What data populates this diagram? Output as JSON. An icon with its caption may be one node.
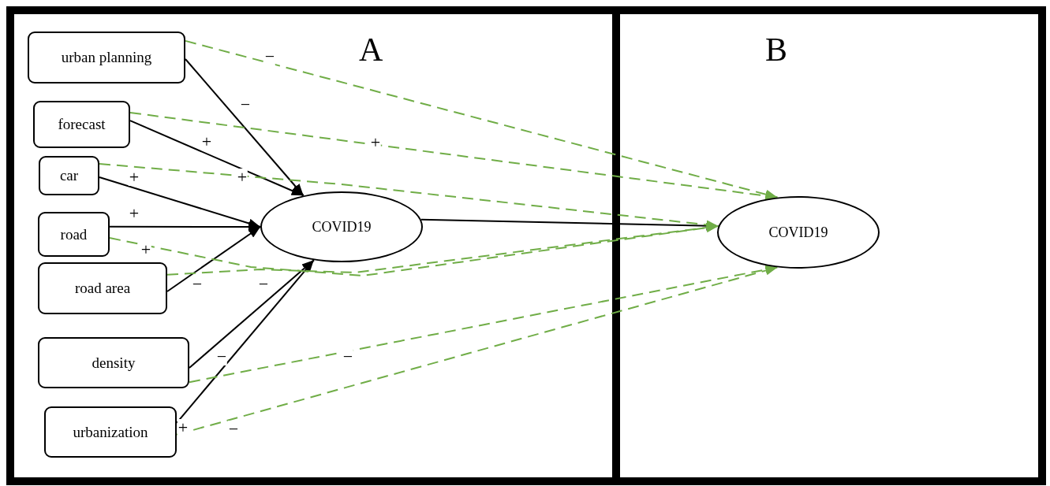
{
  "diagram": {
    "nodes": [
      {
        "text": [
          "A"
        ]
      },
      {
        "text": [
          "urban planning"
        ],
        "in": 0
      },
      {
        "text": [
          "forecast"
        ],
        "in": 0
      },
      {
        "text": [
          "car"
        ],
        "in": 0
      },
      {
        "text": [
          "road"
        ],
        "in": 0
      },
      {
        "text": [
          "road area"
        ],
        "in": 0
      },
      {
        "text": [
          "density"
        ],
        "in": 0
      },
      {
        "text": [
          "urbanization"
        ],
        "in": 0
      },
      {
        "text": [
          "COVID19"
        ],
        "in": 0
      },
      {
        "text": [
          "B"
        ]
      },
      {
        "text": [
          "COVID19"
        ],
        "in": 9
      }
    ],
    "edges": [
      {
        "from": 1,
        "to": 8,
        "arrow": "to",
        "label": "−"
      },
      {
        "from": 2,
        "to": 8,
        "arrow": "to",
        "label": "+"
      },
      {
        "from": 3,
        "to": 8,
        "arrow": "to",
        "label": "+"
      },
      {
        "from": 4,
        "to": 8,
        "arrow": "to",
        "label": "+"
      },
      {
        "from": 5,
        "to": 8,
        "arrow": "to",
        "label": "−"
      },
      {
        "from": 6,
        "to": 8,
        "arrow": "to",
        "label": "−"
      },
      {
        "from": 7,
        "to": 8,
        "arrow": "to",
        "label": "+"
      },
      {
        "from": 8,
        "to": 10,
        "arrow": "to"
      },
      {
        "from": 1,
        "to": 10,
        "arrow": "to",
        "label": "−",
        "style": "dashed",
        "color": "#70ad47"
      },
      {
        "from": 2,
        "to": 10,
        "arrow": "to",
        "label": "+",
        "style": "dashed",
        "color": "#70ad47"
      },
      {
        "from": 3,
        "to": 10,
        "arrow": "to",
        "label": "+",
        "style": "dashed",
        "color": "#70ad47"
      },
      {
        "from": 4,
        "to": 10,
        "arrow": "to",
        "label": "+",
        "style": "dashed",
        "color": "#70ad47"
      },
      {
        "from": 5,
        "to": 10,
        "arrow": "to",
        "label": "−",
        "style": "dashed",
        "color": "#70ad47"
      },
      {
        "from": 6,
        "to": 10,
        "arrow": "to",
        "label": "−",
        "style": "dashed",
        "color": "#70ad47"
      },
      {
        "from": 7,
        "to": 10,
        "arrow": "to",
        "label": "−",
        "style": "dashed",
        "color": "#70ad47"
      }
    ]
  }
}
